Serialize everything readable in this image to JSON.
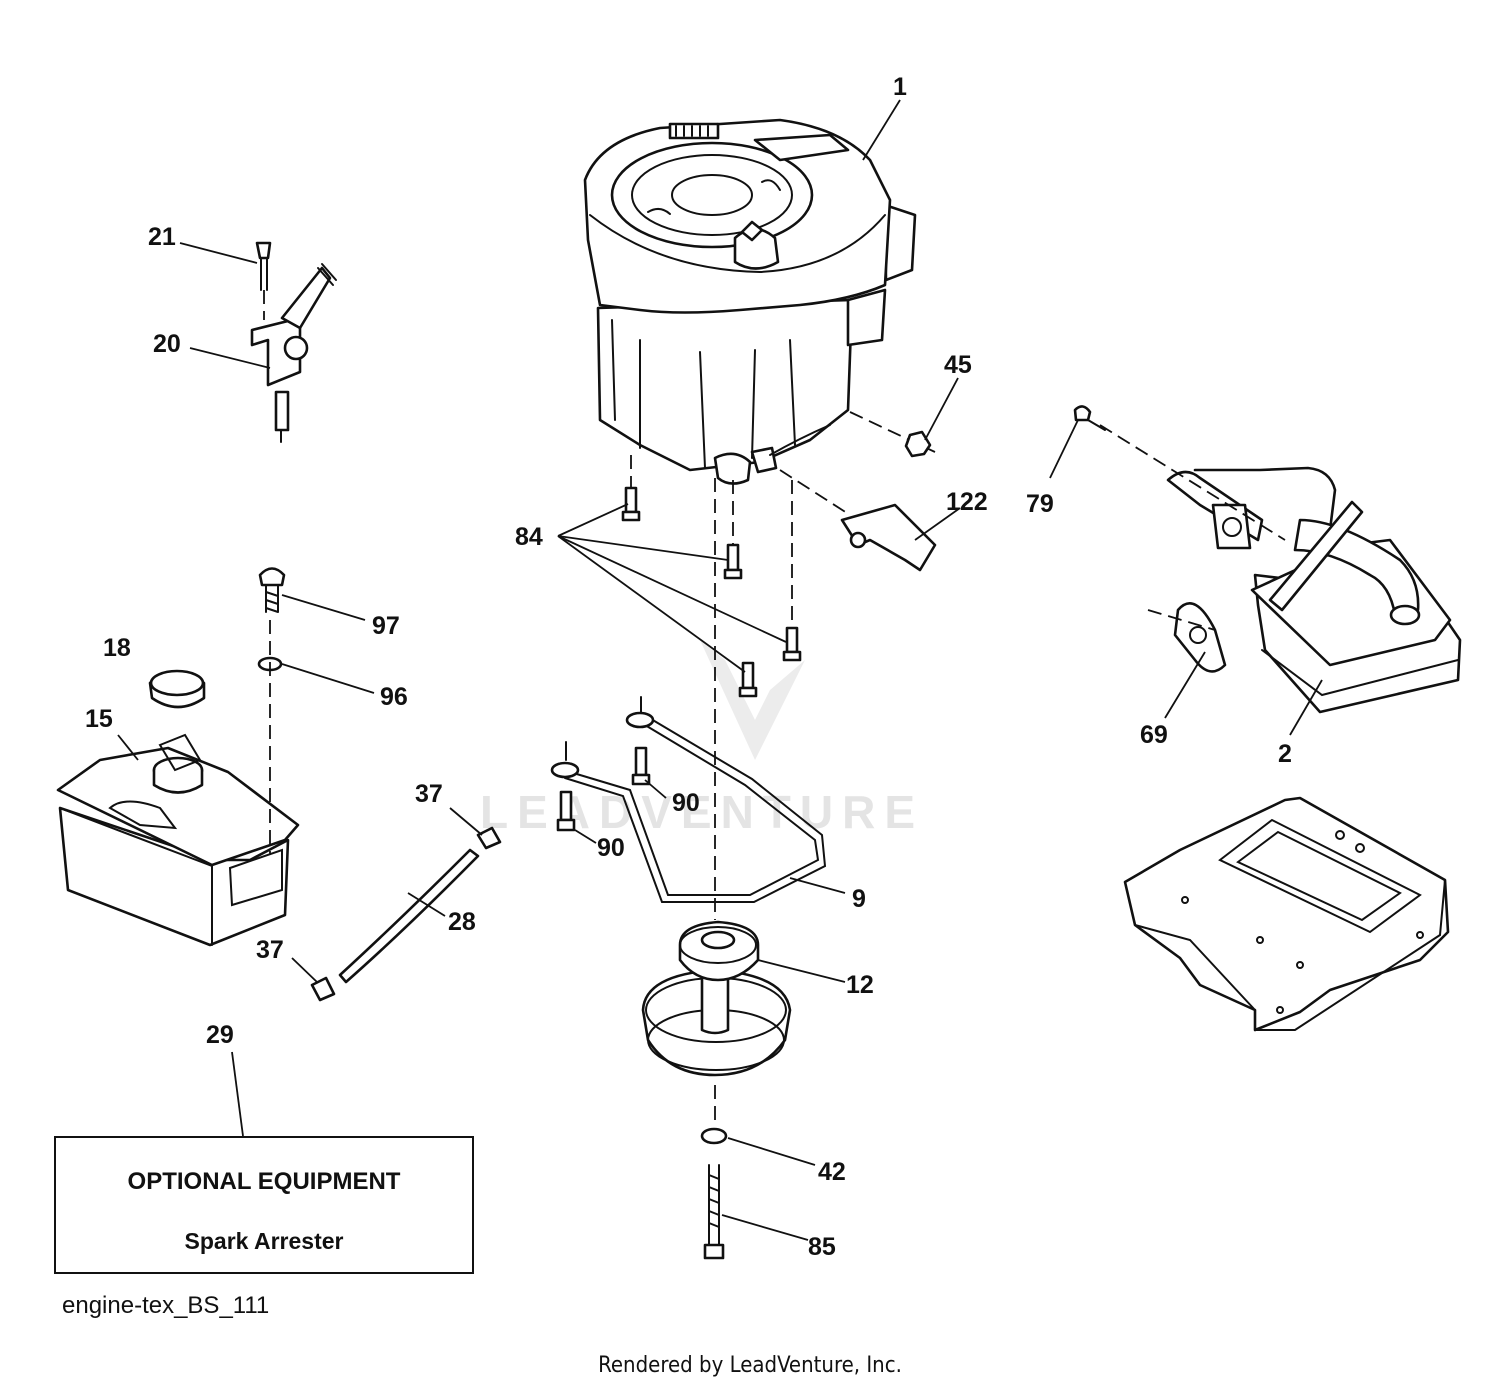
{
  "diagram": {
    "callouts": {
      "c1": "1",
      "c2": "2",
      "c9": "9",
      "c12": "12",
      "c15": "15",
      "c18": "18",
      "c20": "20",
      "c21": "21",
      "c28": "28",
      "c29": "29",
      "c37a": "37",
      "c37b": "37",
      "c42": "42",
      "c45": "45",
      "c69": "69",
      "c79": "79",
      "c84": "84",
      "c85": "85",
      "c90a": "90",
      "c90b": "90",
      "c96": "96",
      "c97": "97",
      "c122": "122"
    },
    "optional_box": {
      "title": "OPTIONAL EQUIPMENT",
      "subtitle": "Spark Arrester"
    },
    "filename": "engine-tex_BS_111",
    "watermark": "LEADVENTURE",
    "footer": "Rendered by LeadVenture, Inc."
  }
}
